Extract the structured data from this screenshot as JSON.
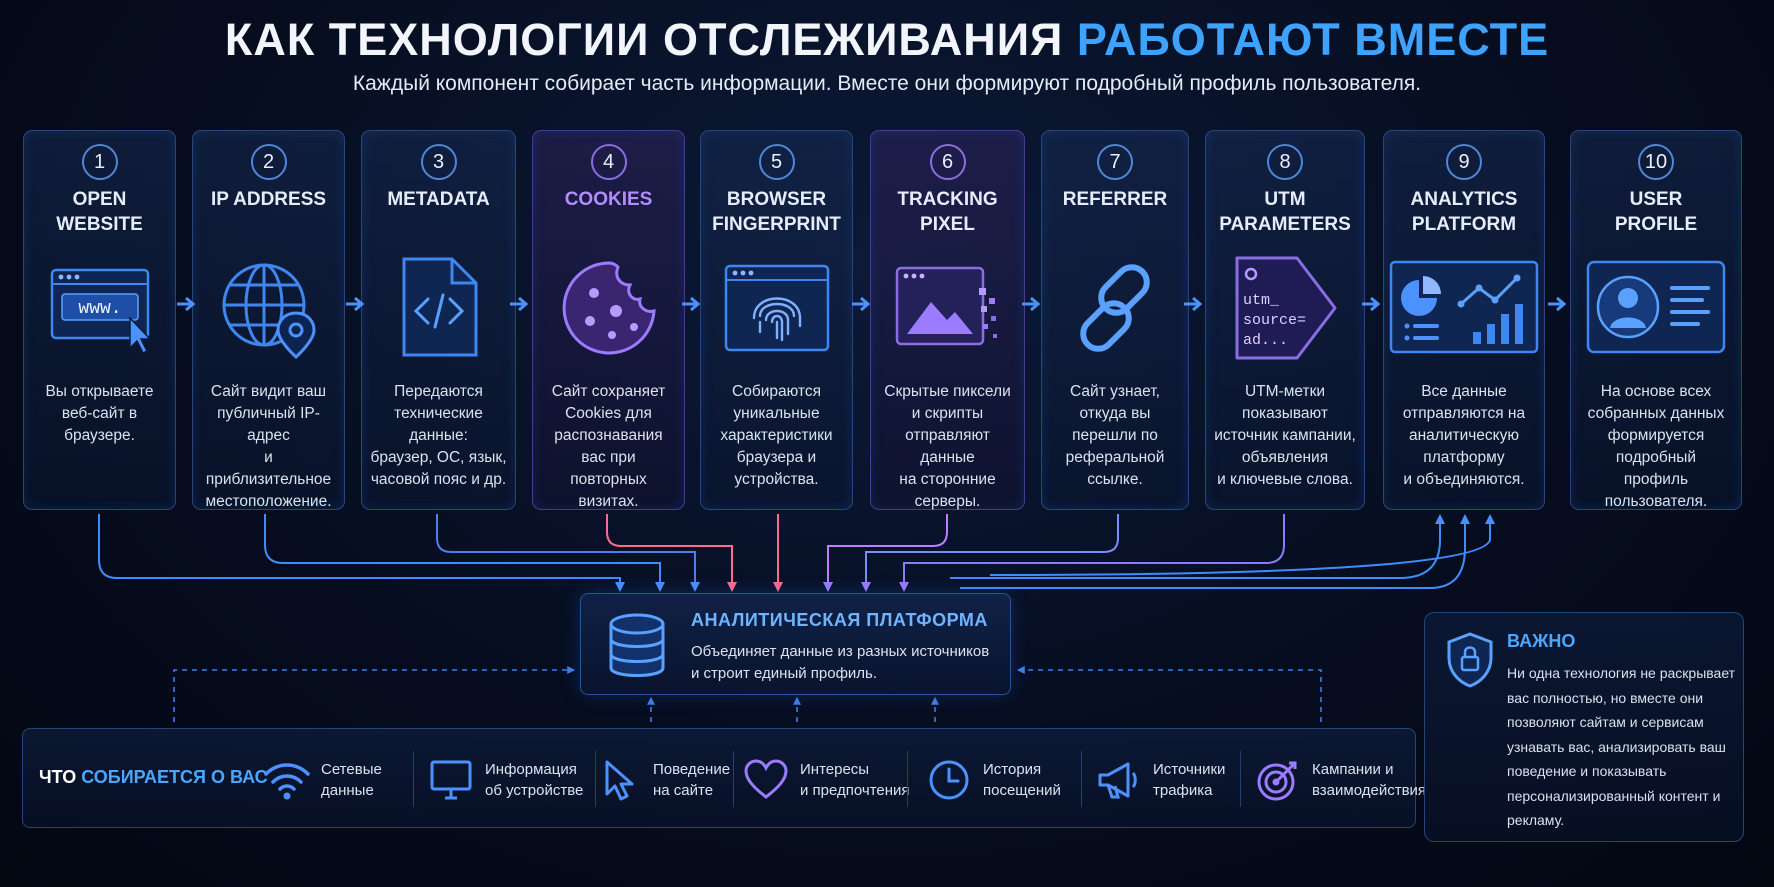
{
  "header": {
    "title_main": "КАК ТЕХНОЛОГИИ ОТСЛЕЖИВАНИЯ",
    "title_accent": "РАБОТАЮТ ВМЕСТЕ",
    "subtitle": "Каждый компонент собирает часть информации. Вместе они формируют подробный профиль пользователя."
  },
  "steps": [
    {
      "num": "1",
      "title": "OPEN\nWEBSITE",
      "desc": "Вы открываете\nвеб-сайт в\nбраузере.",
      "icon": "browser-www-icon",
      "icon_text": "www."
    },
    {
      "num": "2",
      "title": "IP ADDRESS",
      "desc": "Сайт видит ваш\nпубличный IP-адрес\nи приблизительное\nместоположение.",
      "icon": "globe-pin-icon"
    },
    {
      "num": "3",
      "title": "METADATA",
      "desc": "Передаются\nтехнические данные:\nбраузер, ОС, язык,\nчасовой пояс и др.",
      "icon": "code-file-icon"
    },
    {
      "num": "4",
      "title": "COOKIES",
      "desc": "Сайт сохраняет\nCookies для\nраспознавания\nвас при\nповторных визитах.",
      "icon": "cookie-icon"
    },
    {
      "num": "5",
      "title": "BROWSER\nFINGERPRINT",
      "desc": "Собираются\nуникальные\nхарактеристики\nбраузера и\nустройства.",
      "icon": "fingerprint-icon"
    },
    {
      "num": "6",
      "title": "TRACKING\nPIXEL",
      "desc": "Скрытые пиксели\nи скрипты\nотправляют данные\nна сторонние\nсерверы.",
      "icon": "pixel-image-icon"
    },
    {
      "num": "7",
      "title": "REFERRER",
      "desc": "Сайт узнает,\nоткуда вы\nперешли по\nреферальной\nссылке.",
      "icon": "link-chain-icon"
    },
    {
      "num": "8",
      "title": "UTM\nPARAMETERS",
      "desc": "UTM-метки\nпоказывают\nисточник кампании,\nобъявления\nи ключевые слова.",
      "icon": "utm-tag-icon",
      "icon_text": "utm_\nsource=\nad..."
    },
    {
      "num": "9",
      "title": "ANALYTICS\nPLATFORM",
      "desc": "Все данные\nотправляются на\nаналитическую\nплатформу\nи объединяются.",
      "icon": "analytics-dashboard-icon"
    },
    {
      "num": "10",
      "title": "USER\nPROFILE",
      "desc": "На основе всех\nсобранных данных\nформируется\nподробный\nпрофиль\nпользователя.",
      "icon": "user-profile-card-icon"
    }
  ],
  "platform": {
    "title": "АНАЛИТИЧЕСКАЯ ПЛАТФОРМА",
    "desc": "Объединяет данные из разных источников\nи строит единый профиль.",
    "icon": "database-icon"
  },
  "collected": {
    "label_main": "ЧТО ",
    "label_accent": "СОБИРАЕТСЯ О ВАС",
    "items": [
      {
        "icon": "wifi-icon",
        "text": "Сетевые\nданные"
      },
      {
        "icon": "monitor-icon",
        "text": "Информация\nоб устройстве"
      },
      {
        "icon": "cursor-icon",
        "text": "Поведение\nна сайте"
      },
      {
        "icon": "heart-icon",
        "text": "Интересы\nи предпочтения"
      },
      {
        "icon": "clock-icon",
        "text": "История\nпосещений"
      },
      {
        "icon": "megaphone-icon",
        "text": "Источники\nтрафика"
      },
      {
        "icon": "target-icon",
        "text": "Кампании и\nвзаимодействия"
      }
    ]
  },
  "important": {
    "title": "ВАЖНО",
    "text": "Ни одна технология не раскрывает вас полностью, но вместе они позволяют сайтам и сервисам узнавать вас, анализировать ваш поведение и показывать персонализированный контент и рекламу.",
    "icon": "shield-lock-icon"
  },
  "colors": {
    "accent": "#3ea3ff",
    "violet": "#9b7bff",
    "pink": "#ff6b8a",
    "background": "#050b1a"
  }
}
